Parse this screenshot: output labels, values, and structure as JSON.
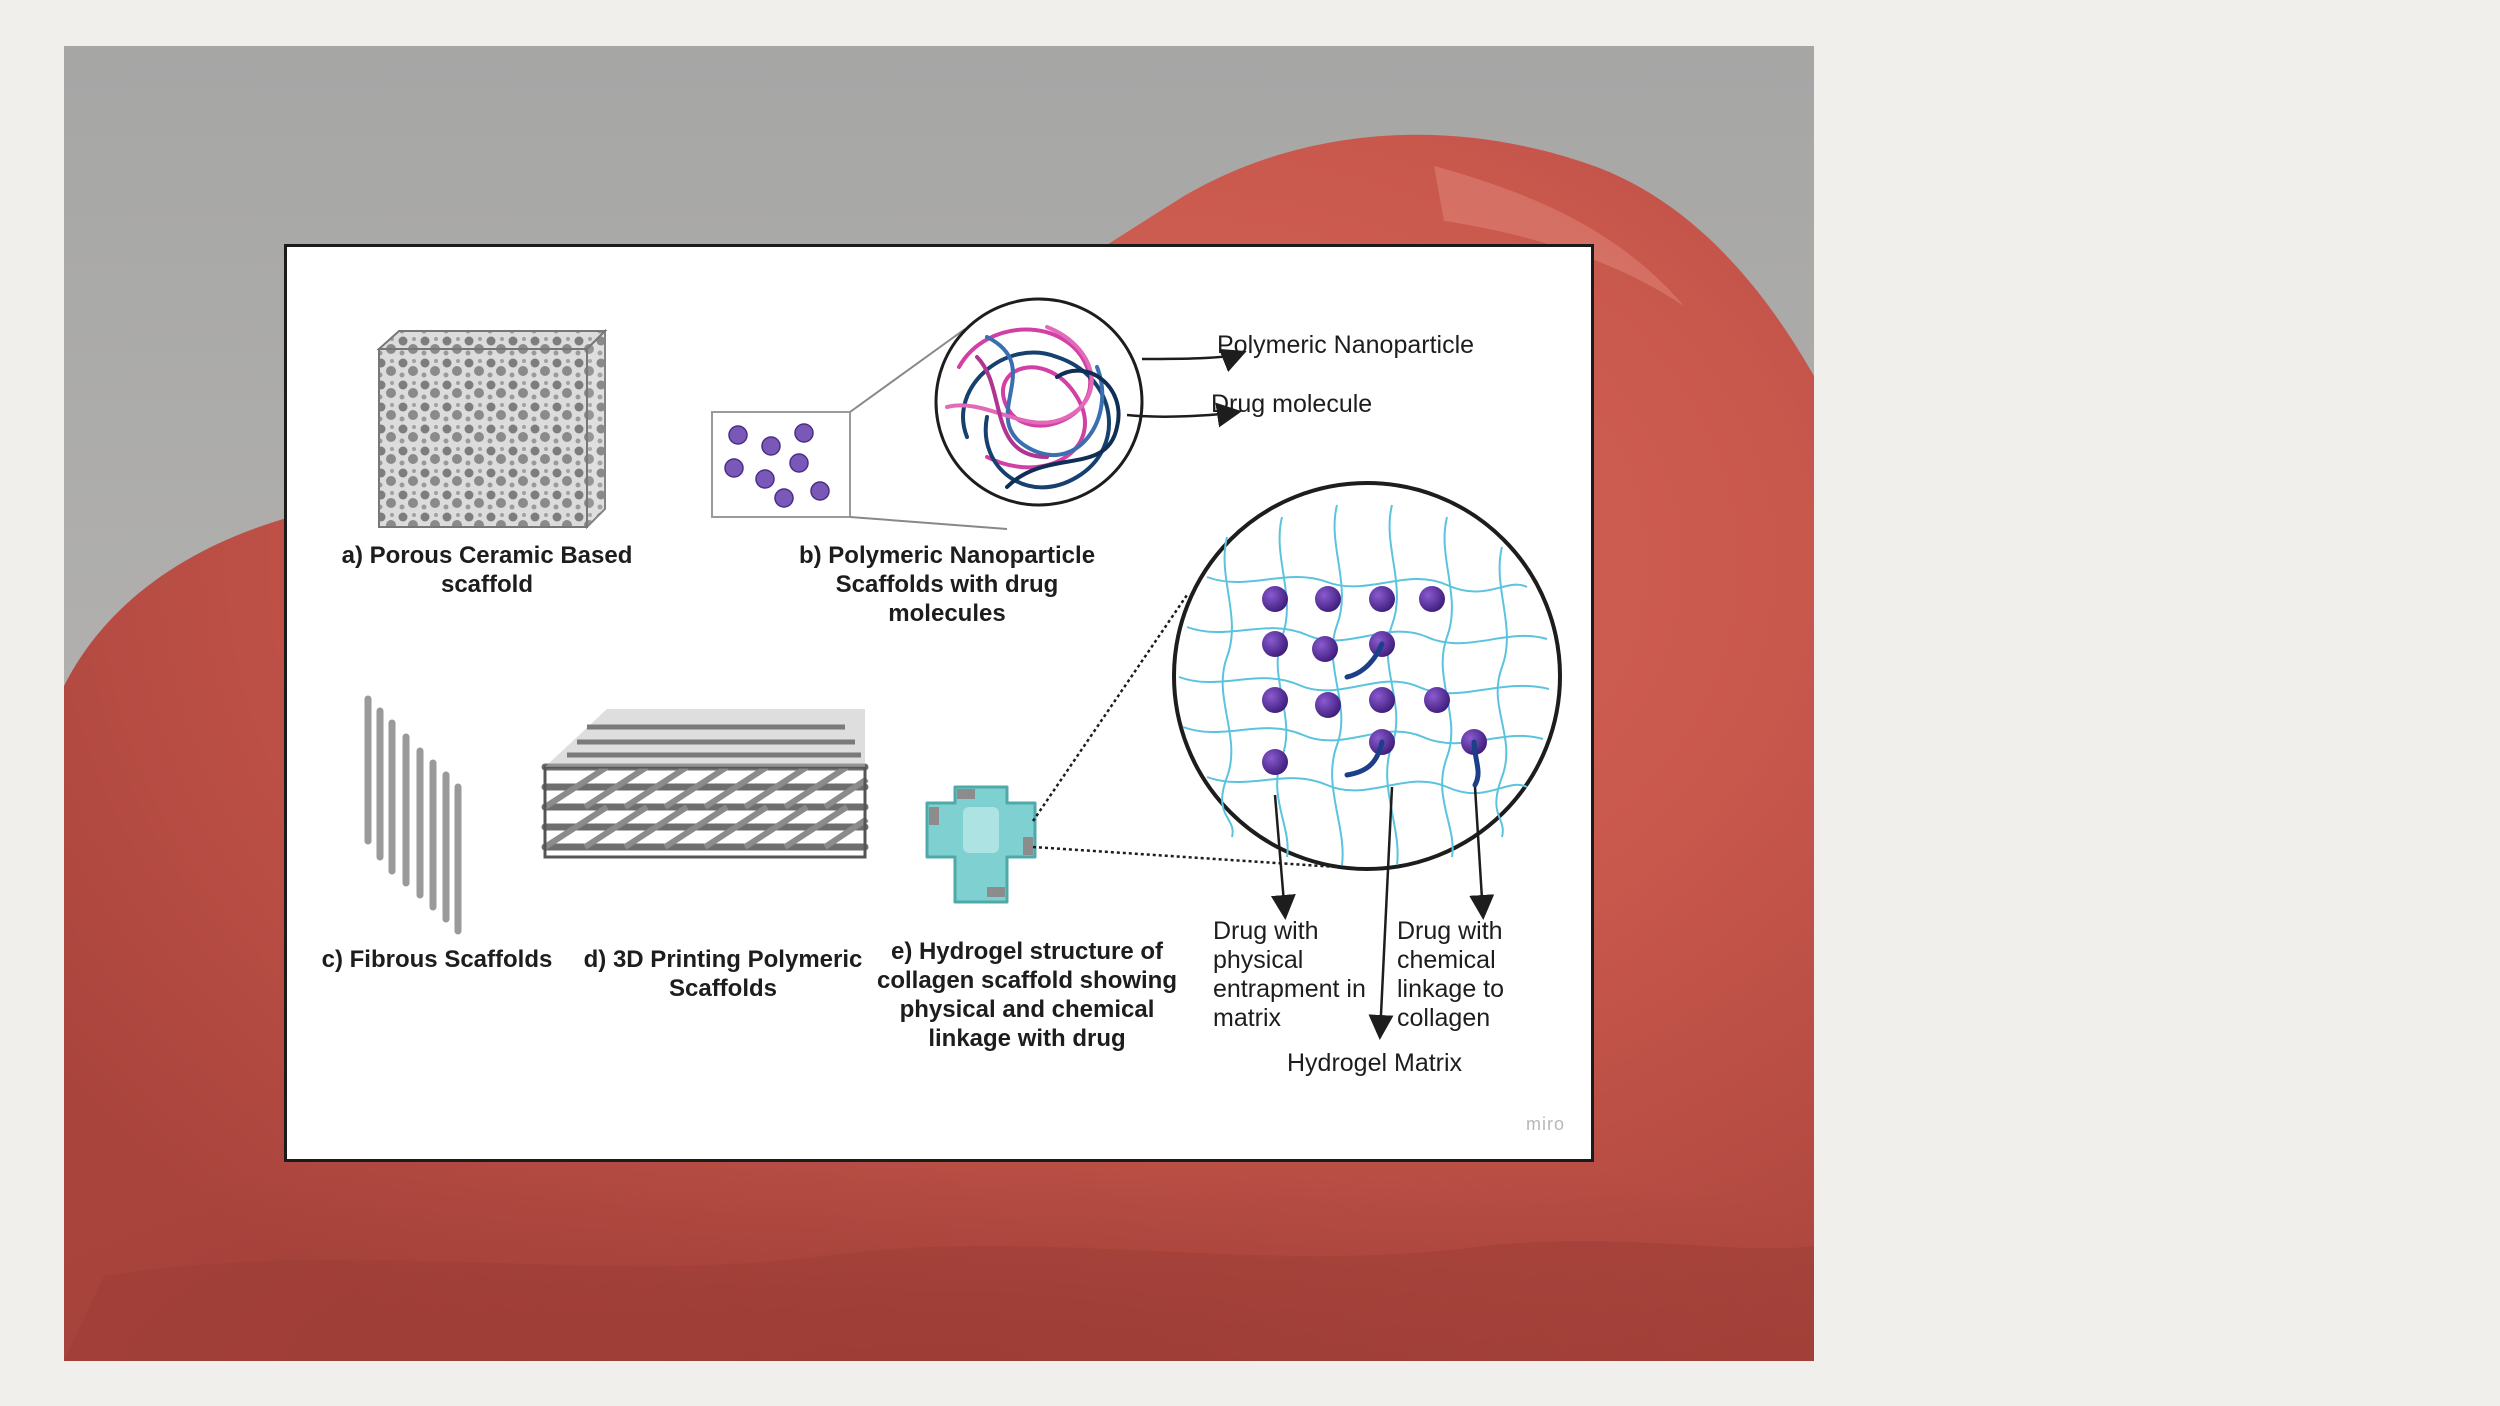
{
  "diagram": {
    "captions": {
      "a": "a) Porous Ceramic Based\nscaffold",
      "b": "b) Polymeric Nanoparticle\nScaffolds with drug\nmolecules",
      "c": "c) Fibrous  Scaffolds",
      "d": "d) 3D Printing Polymeric\nScaffolds",
      "e": "e) Hydrogel structure of\ncollagen scaffold showing\nphysical and chemical\nlinkage with  drug"
    },
    "callouts": {
      "polymeric_nanoparticle": "Polymeric Nanoparticle",
      "drug_molecule": "Drug molecule",
      "physical_entrapment": "Drug with\nphysical\nentrapment in\nmatrix",
      "chemical_linkage": "Drug with\nchemical\nlinkage to\ncollagen",
      "hydrogel_matrix": "Hydrogel Matrix"
    },
    "watermark": "miro"
  },
  "colors": {
    "background": "#f1efec",
    "photo_tissue": "#c4554a",
    "photo_backdrop": "#a9a8a6",
    "drug_particle": "#5a2ca0",
    "hydrogel_mesh": "#5cc3df",
    "hydrogel_cross": "#7fd0d0",
    "nanoparticle_magenta": "#d23fa5",
    "nanoparticle_navy": "#16406e"
  }
}
